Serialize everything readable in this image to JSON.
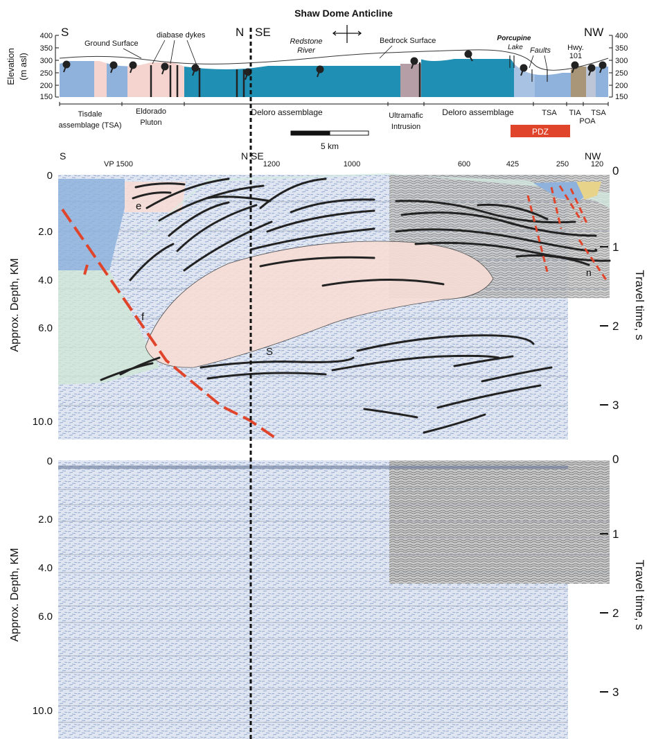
{
  "top_section": {
    "title": "Shaw Dome Anticline",
    "left_dir": "S",
    "mid_dir_left": "N",
    "mid_dir_right": "SE",
    "right_dir": "NW",
    "elev_axis_label_1": "Elevation",
    "elev_axis_label_2": "(m asl)",
    "elev_ticks_left": [
      "400",
      "350",
      "300",
      "250",
      "200",
      "150"
    ],
    "elev_ticks_right": [
      "400",
      "350",
      "300",
      "250",
      "200",
      "150"
    ],
    "labels": {
      "ground_surface": "Ground Surface",
      "diabase_dykes": "diabase dykes",
      "redstone_river_1": "Redstone",
      "redstone_river_2": "River",
      "bedrock_surface": "Bedrock Surface",
      "porcupine_1": "Porcupine",
      "porcupine_2": "Lake",
      "faults": "Faults",
      "hwy_1": "Hwy.",
      "hwy_2": "101"
    },
    "units": {
      "tisdale_1": "Tisdale",
      "tisdale_2": "assemblage (TSA)",
      "eldorado_1": "Eldorado",
      "eldorado_2": "Pluton",
      "deloro_1": "Deloro assemblage",
      "ultramafic_1": "Ultramafic",
      "ultramafic_2": "Intrusion",
      "deloro_2": "Deloro assemblage",
      "tsa": "TSA",
      "tia": "TIA",
      "tsa_2": "TSA",
      "poa": "POA"
    },
    "scale_label": "5 km",
    "pdz_label": "PDZ"
  },
  "middle_section": {
    "left_dir": "S",
    "mid_dir": "N SE",
    "right_dir": "NW",
    "vp_labels": [
      "VP 1500",
      "1200",
      "1000",
      "600",
      "425",
      "250",
      "120"
    ],
    "depth_axis_label": "Approx. Depth, KM",
    "depth_ticks": [
      "0",
      "2.0",
      "4.0",
      "6.0",
      "10.0"
    ],
    "time_axis_label": "Travel time, s",
    "time_ticks": [
      "0",
      "1",
      "2",
      "3"
    ],
    "feature_labels": {
      "e": "e",
      "f": "f",
      "s": "S",
      "n": "n"
    },
    "colors": {
      "tisdale_blue": "#8fb2dd",
      "pluton_pink": "#f7ddd6",
      "green": "#cfe6d4",
      "fault_red": "#e0452b"
    }
  },
  "bottom_section": {
    "depth_axis_label": "Approx. Depth, KM",
    "depth_ticks": [
      "0",
      "2.0",
      "4.0",
      "6.0",
      "10.0"
    ],
    "time_axis_label": "Travel time, s",
    "time_ticks": [
      "0",
      "1",
      "2",
      "3"
    ]
  }
}
